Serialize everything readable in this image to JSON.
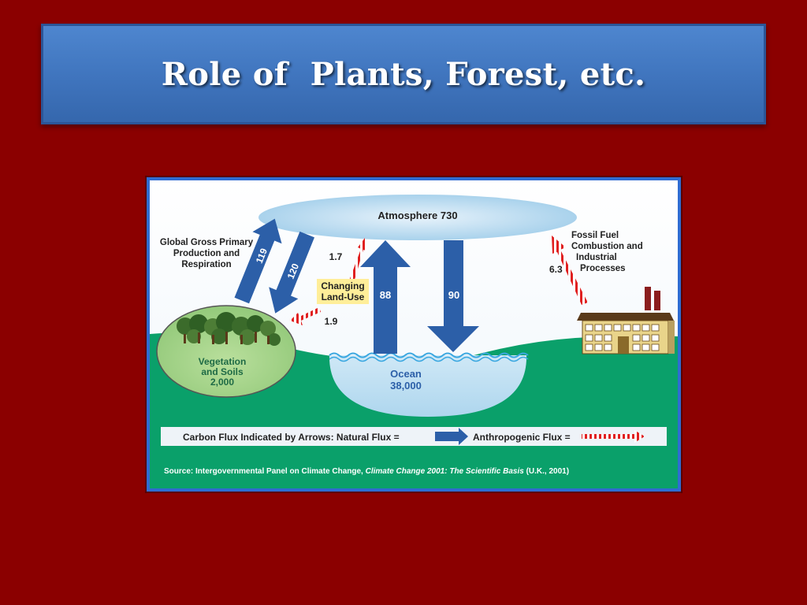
{
  "slide": {
    "title": "Role of  Plants, Forest, etc."
  },
  "diagram": {
    "atmosphere": "Atmosphere 730",
    "gpp_label": [
      "Global Gross Primary",
      "Production and",
      "Respiration"
    ],
    "arrow_up_value": "119",
    "arrow_down_value": "120",
    "land_use_up_value": "1.7",
    "land_use_label": [
      "Changing",
      "Land-Use"
    ],
    "land_use_down_value": "1.9",
    "ocean_up_value": "88",
    "ocean_down_value": "90",
    "fossil_label": [
      "Fossil Fuel",
      "Combustion and",
      "Industrial",
      "Processes"
    ],
    "fossil_value": "6.3",
    "vegetation_label": [
      "Vegetation",
      "and Soils",
      "2,000"
    ],
    "ocean_label": [
      "Ocean",
      "38,000"
    ],
    "legend_prefix": "Carbon Flux Indicated by Arrows:  Natural Flux =",
    "legend_anthro": "Anthropogenic Flux =",
    "source_prefix": "Source: Intergovernmental Panel on Climate Change, ",
    "source_italic": "Climate Change 2001: The Scientific Basis",
    "source_suffix": " (U.K., 2001)"
  },
  "colors": {
    "background": "#8b0000",
    "title_bar": "#3f74bd",
    "ground": "#0aa06a",
    "natural_arrow": "#2c5fa8",
    "anthropogenic_arrow": "#e02020",
    "land_use_box": "#ffee99"
  }
}
